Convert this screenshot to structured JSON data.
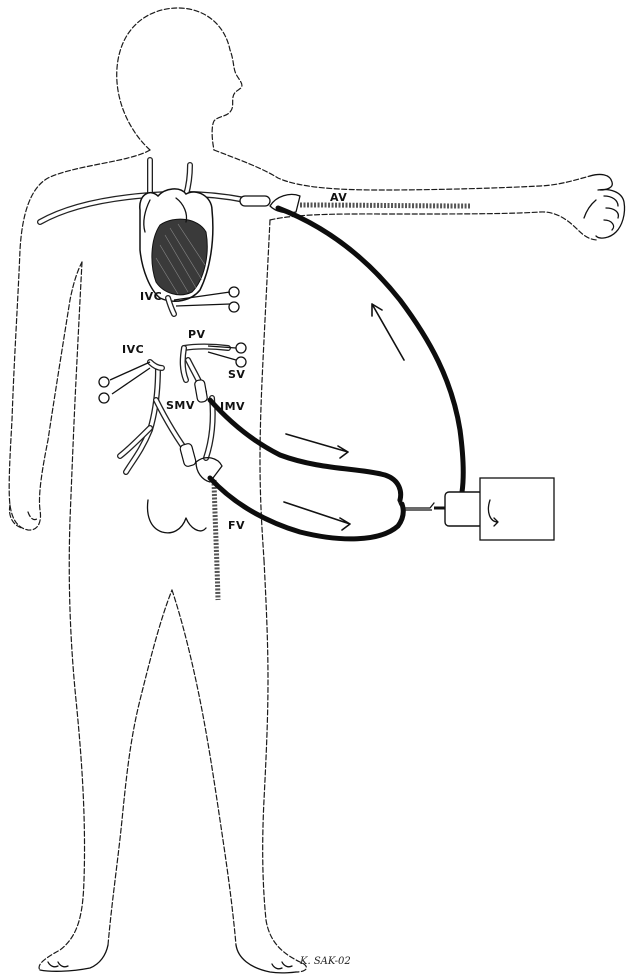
{
  "labels": {
    "av": "AV",
    "ivc_upper": "IVC",
    "ivc_lower": "IVC",
    "pv": "PV",
    "sv": "SV",
    "smv": "SMV",
    "imv": "IMV",
    "fv": "FV"
  },
  "signature": "K. SAK-02"
}
